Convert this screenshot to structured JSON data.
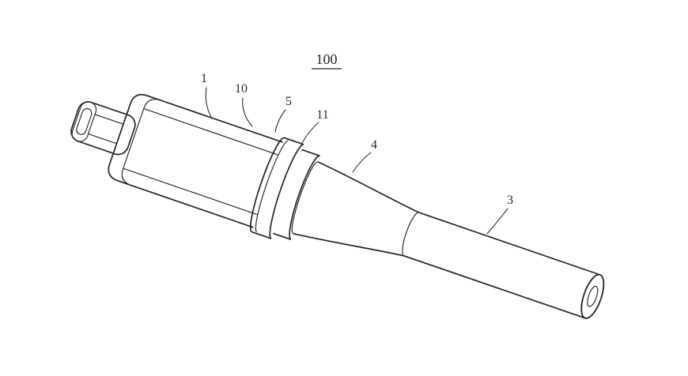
{
  "figure": {
    "number": "100",
    "labels": [
      {
        "ref": "1"
      },
      {
        "ref": "10"
      },
      {
        "ref": "5"
      },
      {
        "ref": "11"
      },
      {
        "ref": "4"
      },
      {
        "ref": "3"
      }
    ]
  },
  "colors": {
    "ink": "#262626",
    "background": "#ffffff"
  }
}
